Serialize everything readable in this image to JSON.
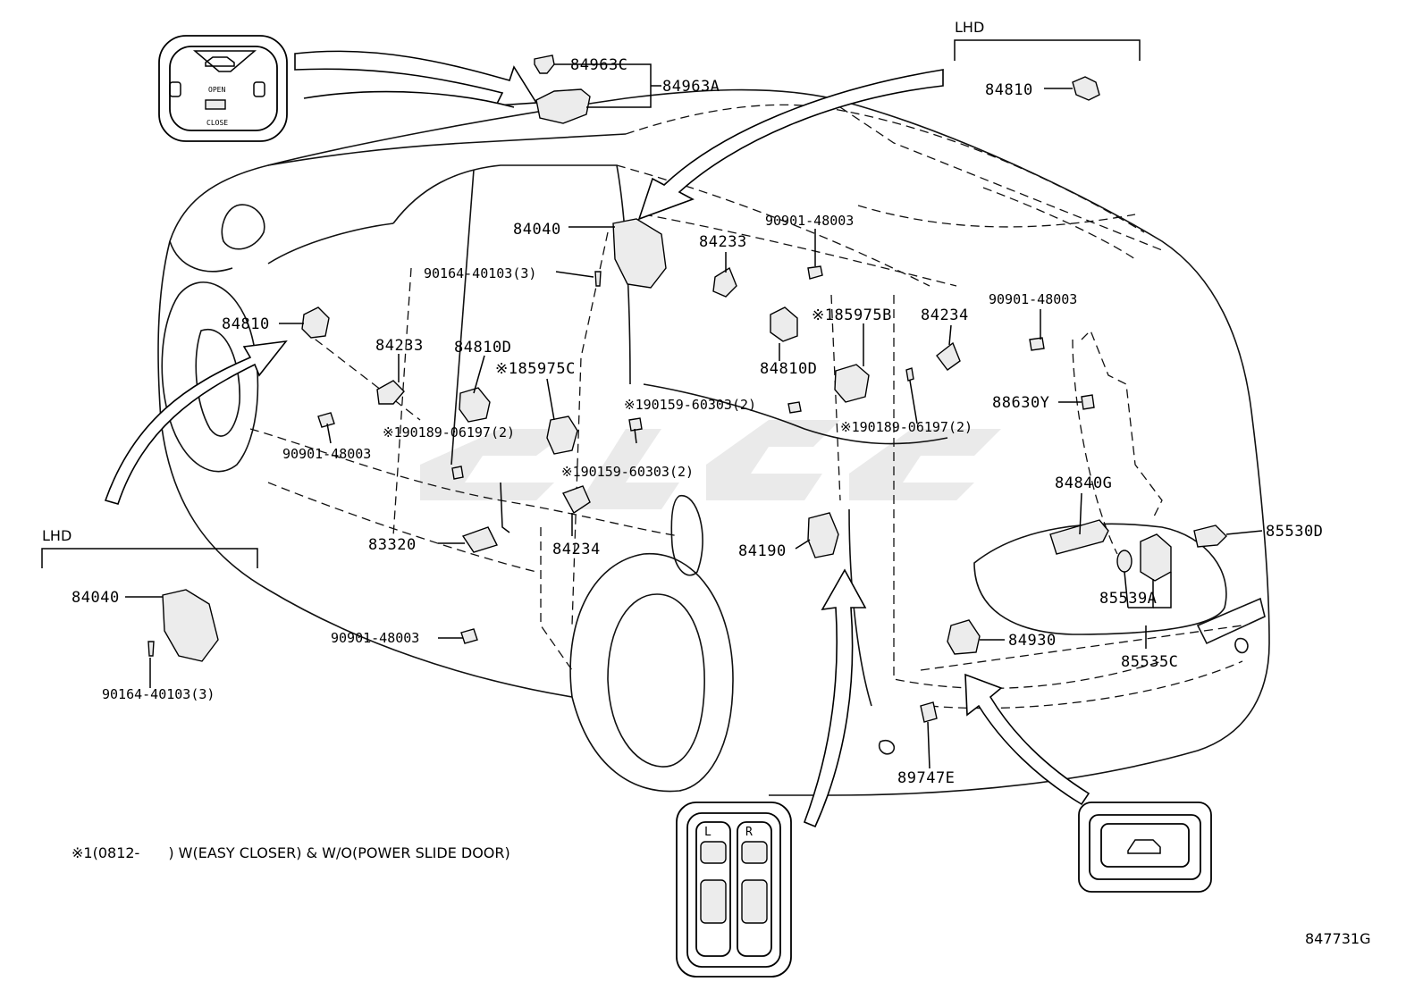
{
  "region_labels": {
    "lhd_top": "LHD",
    "lhd_left": "LHD"
  },
  "parts": {
    "p84963C": "84963C",
    "p84963A": "84963A",
    "p84810_top": "84810",
    "p84040_top": "84040",
    "p90164_top": "90164-40103(3)",
    "p84233_top": "84233",
    "p90901_a": "90901-48003",
    "p90901_b": "90901-48003",
    "p185975B": "※185975B",
    "p84234_top": "84234",
    "p84810D_right": "84810D",
    "p84810_left": "84810",
    "p84233_left": "84233",
    "p84810D_left": "84810D",
    "p185975C": "※185975C",
    "p190159_a": "※190159-60303(2)",
    "p190159_b": "※190159-60303(2)",
    "p190189_a": "※190189-06197(2)",
    "p190189_b": "※190189-06197(2)",
    "p90901_c": "90901-48003",
    "p88630Y": "88630Y",
    "p84840G": "84840G",
    "p85530D": "85530D",
    "p83320": "83320",
    "p84234_low": "84234",
    "p84190": "84190",
    "p85539A": "85539A",
    "p84930": "84930",
    "p85535C": "85535C",
    "p90901_d": "90901-48003",
    "p84040_left": "84040",
    "p90164_left": "90164-40103(3)",
    "p89747E": "89747E"
  },
  "switch_text": {
    "open": "OPEN",
    "close": "CLOSE",
    "left": "L",
    "right": "R"
  },
  "footnote": "※1(0812-　　) W(EASY CLOSER) & W/O(POWER SLIDE DOOR)",
  "diagram_code": "847731G"
}
